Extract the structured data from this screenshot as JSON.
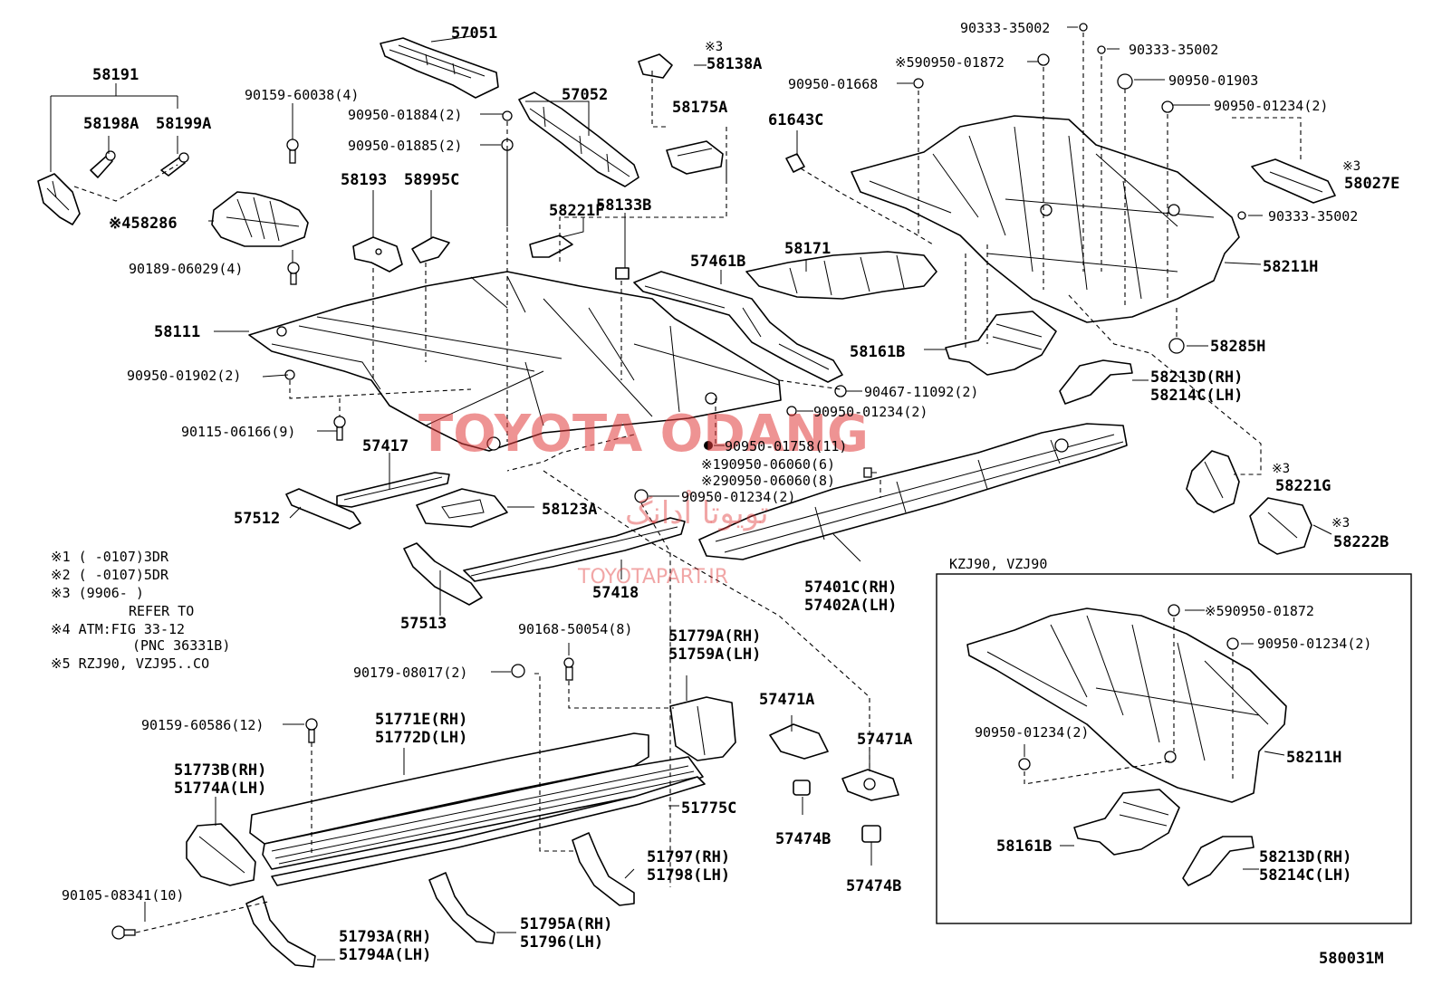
{
  "watermark": {
    "main": "TOYOTA ODANG",
    "persian": "تویوتا اُدانگ",
    "site": "TOYOTAPART.IR",
    "color": "#e03a3a"
  },
  "diagram_code": "580031M",
  "inset_title": "KZJ90, VZJ90",
  "notes": [
    "※1 (     -0107)3DR",
    "※2 (     -0107)5DR",
    "※3 (9906-     )",
    "REFER TO",
    "※4 ATM:FIG 33-12",
    "(PNC 36331B)",
    "※5 RZJ90, VZJ95..CO"
  ],
  "labels": {
    "l57051": "57051",
    "l57052": "57052",
    "l58191": "58191",
    "l58198A": "58198A",
    "l58199A": "58199A",
    "l90159_38": "90159-60038(4)",
    "l58286": "※458286",
    "l90189": "90189-06029(4)",
    "l90950_1884": "90950-01884(2)",
    "l90950_1885": "90950-01885(2)",
    "l58193": "58193",
    "l58995C": "58995C",
    "l58138A_note": "※3",
    "l58138A": "58138A",
    "l58175A": "58175A",
    "l58221F": "58221F",
    "l58133B": "58133B",
    "l61643C": "61643C",
    "l57461B": "57461B",
    "l58171": "58171",
    "l58111": "58111",
    "l90950_1902": "90950-01902(2)",
    "l90115": "90115-06166(9)",
    "l57417": "57417",
    "l57512": "57512",
    "l58123A": "58123A",
    "l57513": "57513",
    "l57418": "57418",
    "l90333_a": "90333-35002",
    "l90333_b": "90333-35002",
    "l90950_1872": "※590950-01872",
    "l90950_1668": "90950-01668",
    "l90950_1903": "90950-01903",
    "l90950_1234a": "90950-01234(2)",
    "l58027E_note": "※3",
    "l58027E": "58027E",
    "l58211H": "58211H",
    "l90333_c": "90333-35002",
    "l58285H": "58285H",
    "l58161B": "58161B",
    "l58213D": "58213D(RH)",
    "l58214C": "58214C(LH)",
    "l90467": "90467-11092(2)",
    "l90950_1234b": "90950-01234(2)",
    "l90950_1758": "90950-01758(11)",
    "l90950_6060a": "※190950-06060(6)",
    "l90950_6060b": "※290950-06060(8)",
    "l90950_1234c": "90950-01234(2)",
    "l58221G_note": "※3",
    "l58221G": "58221G",
    "l58222B_note": "※3",
    "l58222B": "58222B",
    "l57401C": "57401C(RH)",
    "l57402A": "57402A(LH)",
    "l90168": "90168-50054(8)",
    "l51779A": "51779A(RH)",
    "l51759A": "51759A(LH)",
    "l90179": "90179-08017(2)",
    "l90159_586": "90159-60586(12)",
    "l51771E": "51771E(RH)",
    "l51772D": "51772D(LH)",
    "l51773B": "51773B(RH)",
    "l51774A": "51774A(LH)",
    "l57471A_a": "57471A",
    "l57471A_b": "57471A",
    "l57474B_a": "57474B",
    "l57474B_b": "57474B",
    "l51775C": "51775C",
    "l51797": "51797(RH)",
    "l51798": "51798(LH)",
    "l90105": "90105-08341(10)",
    "l51793A": "51793A(RH)",
    "l51794A": "51794A(LH)",
    "l51795A": "51795A(RH)",
    "l51796": "51796(LH)",
    "i90950_1872": "※590950-01872",
    "i90950_1234a": "90950-01234(2)",
    "i90950_1234b": "90950-01234(2)",
    "i58211H": "58211H",
    "i58161B": "58161B",
    "i58213D": "58213D(RH)",
    "i58214C": "58214C(LH)"
  }
}
